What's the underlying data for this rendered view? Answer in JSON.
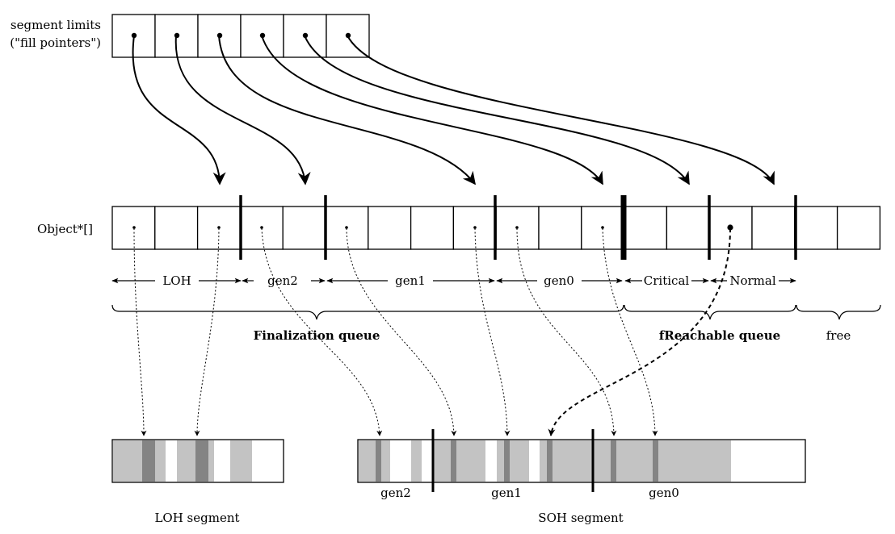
{
  "labels": {
    "segment_limits_line1": "segment limits",
    "segment_limits_line2": "(\"fill pointers\")",
    "object_array": "Object*[]",
    "finalization_queue": "Finalization queue",
    "freachable_queue": "fReachable queue",
    "free": "free",
    "loh_segment": "LOH segment",
    "soh_segment": "SOH segment"
  },
  "regions": [
    "LOH",
    "gen2",
    "gen1",
    "gen0",
    "Critical",
    "Normal"
  ],
  "soh_gen_labels": [
    "gen2",
    "gen1",
    "gen0"
  ],
  "colors": {
    "line": "#000000",
    "segment_fill": "#c3c3c3",
    "object_mark": "#848484",
    "background": "#ffffff"
  }
}
